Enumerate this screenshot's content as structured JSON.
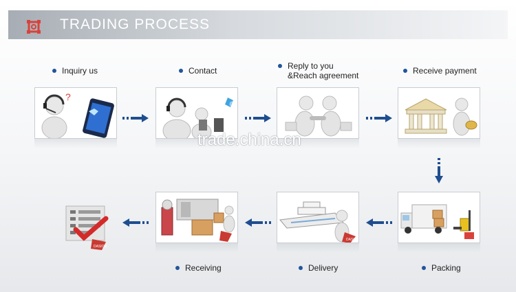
{
  "header": {
    "title": "TRADING PROCESS",
    "icon": "gear-icon",
    "accent": "#d9423a"
  },
  "steps": [
    {
      "label": "Inquiry us",
      "icon": "headset-figure-icon"
    },
    {
      "label": "Contact",
      "icon": "call-center-icon"
    },
    {
      "label_line1": "Reply to you",
      "label_line2": "&Reach agreement",
      "icon": "handshake-icon"
    },
    {
      "label": "Receive payment",
      "icon": "bank-icon"
    },
    {
      "label": "Packing",
      "icon": "truck-forklift-icon"
    },
    {
      "label": "Delivery",
      "icon": "ship-icon"
    },
    {
      "label": "Receiving",
      "icon": "warehouse-robot-icon"
    },
    {
      "icon": "checklist-icon"
    }
  ],
  "brand_badge": "DASION",
  "watermark": "trade.china.cn",
  "colors": {
    "arrow": "#1f4e8f",
    "dot": "#22559a"
  }
}
